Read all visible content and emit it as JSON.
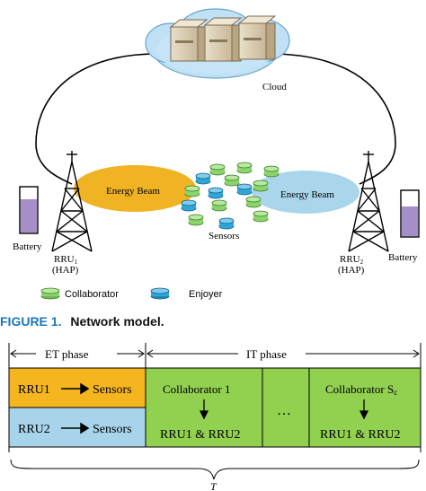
{
  "network": {
    "cloud_label": "Cloud",
    "energy_beam_label": "Energy Beam",
    "sensors_label": "Sensors",
    "battery_label": "Battery",
    "rru1_label": "RRU",
    "rru1_sub": "1",
    "rru1_hap": "(HAP)",
    "rru2_label": "RRU",
    "rru2_sub": "2",
    "rru2_hap": "(HAP)",
    "legend_collaborator": "Collaborator",
    "legend_enjoyer": "Enjoyer",
    "colors": {
      "collaborator": "#8bd36b",
      "enjoyer": "#2fa6d9",
      "beam_left": "#f0b323",
      "beam_right": "#a9d6ea",
      "battery_fill": "#a48fc9",
      "cloud": "#bfe0f5"
    }
  },
  "figure1": {
    "prefix": "FIGURE 1.",
    "title": "Network model."
  },
  "timeline": {
    "et_phase": "ET phase",
    "it_phase": "IT phase",
    "rru1_to_sensors": "RRU1",
    "rru2_to_sensors": "RRU2",
    "sensors": "Sensors",
    "collab1": "Collaborator 1",
    "collabS": "Collaborator S",
    "collabS_sub": "c",
    "dest": "RRU1 & RRU2",
    "ellipsis": "…",
    "period": "T",
    "colors": {
      "rru1_cell": "#f5b51f",
      "rru2_cell": "#a7d4ea",
      "it_cell": "#92d050"
    }
  }
}
